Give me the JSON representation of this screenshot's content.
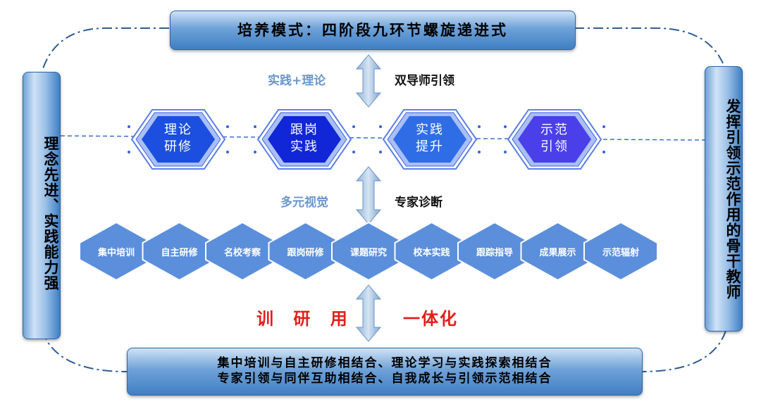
{
  "top_banner": "培养模式：四阶段九环节螺旋递进式",
  "left_side": "理念先进、实践能力强",
  "right_side": "发挥引领示范作用的骨干教师",
  "upper_arrow": {
    "left_label": "实践+理论",
    "right_label": "双导师引领"
  },
  "middle_arrow": {
    "left_label": "多元视觉",
    "right_label": "专家诊断"
  },
  "lower_arrow": {
    "left_label": "训 研 用",
    "right_label": "一体化"
  },
  "stages": [
    {
      "line1": "理论",
      "line2": "研修"
    },
    {
      "line1": "跟岗",
      "line2": "实践"
    },
    {
      "line1": "实践",
      "line2": "提升"
    },
    {
      "line1": "示范",
      "line2": "引领"
    }
  ],
  "steps": [
    "集中培训",
    "自主研修",
    "名校考察",
    "跟岗研修",
    "课题研究",
    "校本实践",
    "跟踪指导",
    "成果展示",
    "示范辐射"
  ],
  "bottom_banner": {
    "line1": "集中培训与自主研修相结合、理论学习与实践探索相结合",
    "line2": "专家引领与同伴互助相结合、自我成长与引领示范相结合"
  },
  "colors": {
    "stage_fill": [
      "#1c4fe0",
      "#1126d6",
      "#2f6de6",
      "#4a3fe8"
    ],
    "step_fill": "#5b8fdb",
    "accent_red": "#e0201c",
    "label_blue": "#6a97cc"
  }
}
